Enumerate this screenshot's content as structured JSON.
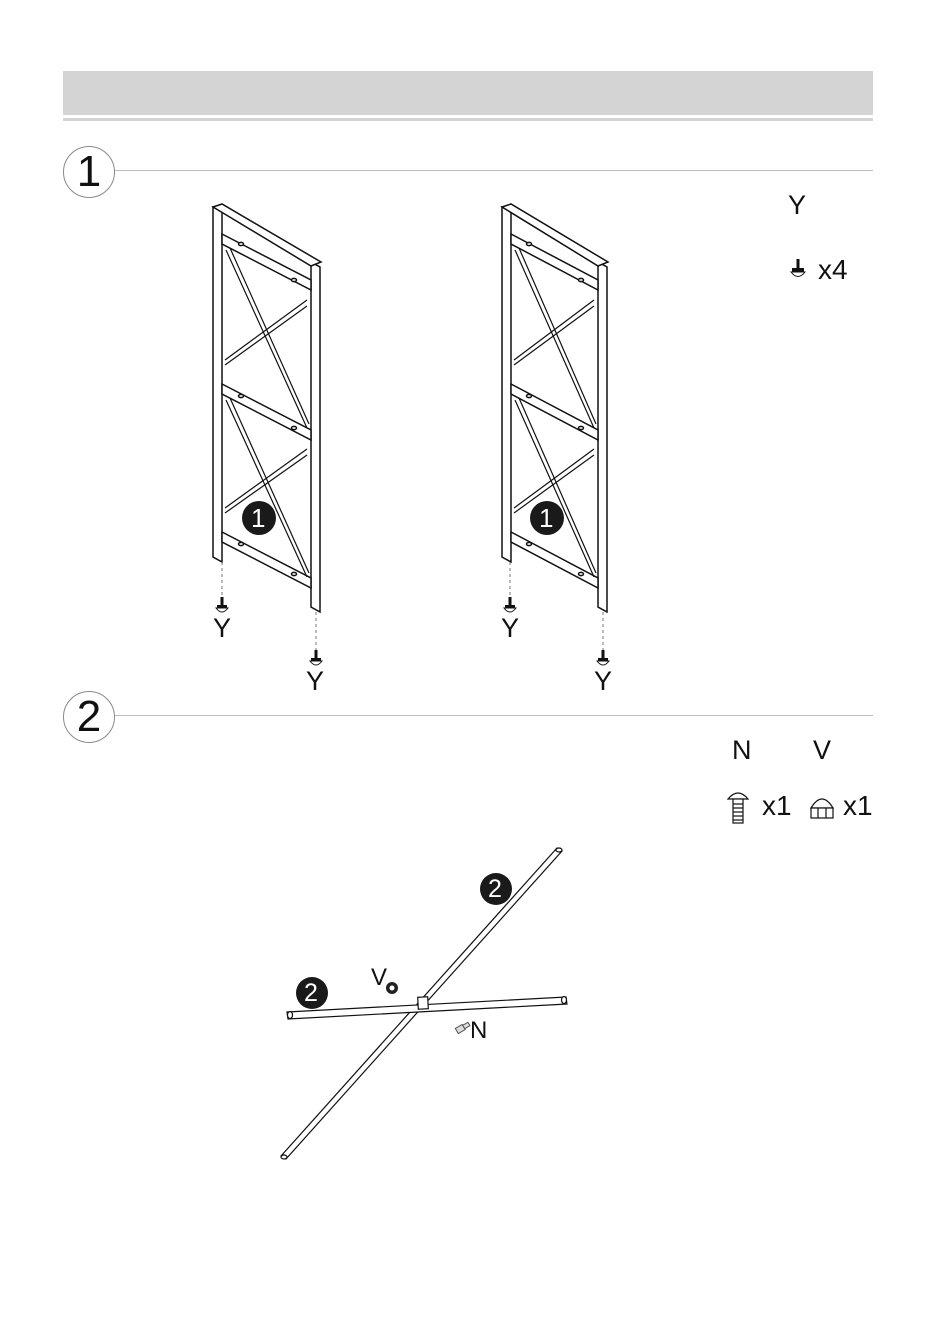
{
  "steps": [
    {
      "number": "1",
      "hardware": [
        {
          "code": "Y",
          "quantity": "x4",
          "icon": "foot-screw-icon"
        }
      ],
      "part_badges": [
        "1",
        "1"
      ],
      "callouts": [
        "Y",
        "Y",
        "Y",
        "Y"
      ]
    },
    {
      "number": "2",
      "hardware": [
        {
          "code": "N",
          "quantity": "x1",
          "icon": "bolt-icon"
        },
        {
          "code": "V",
          "quantity": "x1",
          "icon": "cap-nut-icon"
        }
      ],
      "part_badges": [
        "2",
        "2"
      ],
      "callouts": [
        "V",
        "N"
      ]
    }
  ],
  "colors": {
    "header_band": "#d4d4d4",
    "line": "#111111",
    "badge": "#1a1a1a"
  }
}
